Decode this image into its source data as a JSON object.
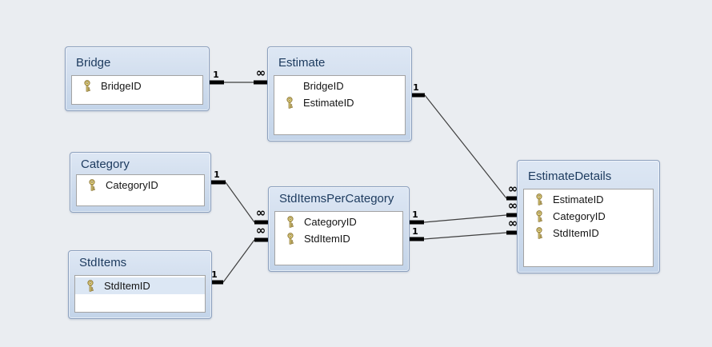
{
  "diagram": {
    "tables": [
      {
        "id": "bridge",
        "title": "Bridge",
        "fields": [
          {
            "name": "BridgeID",
            "key": true,
            "highlighted": false
          }
        ]
      },
      {
        "id": "estimate",
        "title": "Estimate",
        "fields": [
          {
            "name": "BridgeID",
            "key": false,
            "highlighted": false
          },
          {
            "name": "EstimateID",
            "key": true,
            "highlighted": false
          }
        ]
      },
      {
        "id": "category",
        "title": "Category",
        "fields": [
          {
            "name": "CategoryID",
            "key": true,
            "highlighted": false
          }
        ]
      },
      {
        "id": "stditems",
        "title": "StdItems",
        "fields": [
          {
            "name": "StdItemID",
            "key": true,
            "highlighted": true
          }
        ]
      },
      {
        "id": "stditemspercategory",
        "title": "StdItemsPerCategory",
        "fields": [
          {
            "name": "CategoryID",
            "key": true,
            "highlighted": false
          },
          {
            "name": "StdItemID",
            "key": true,
            "highlighted": false
          }
        ]
      },
      {
        "id": "estimatedetails",
        "title": "EstimateDetails",
        "fields": [
          {
            "name": "EstimateID",
            "key": true,
            "highlighted": false
          },
          {
            "name": "CategoryID",
            "key": true,
            "highlighted": false
          },
          {
            "name": "StdItemID",
            "key": true,
            "highlighted": false
          }
        ]
      }
    ],
    "relationships": [
      {
        "from_table": "Bridge",
        "to_table": "Estimate",
        "one_label": "1",
        "many_label": "∞"
      },
      {
        "from_table": "Estimate",
        "to_table": "EstimateDetails",
        "one_label": "1",
        "many_label": "∞"
      },
      {
        "from_table": "Category",
        "to_table": "StdItemsPerCategory",
        "one_label": "1",
        "many_label": "∞"
      },
      {
        "from_table": "StdItems",
        "to_table": "StdItemsPerCategory",
        "one_label": "1",
        "many_label": "∞"
      },
      {
        "from_table": "StdItemsPerCategory",
        "to_table": "EstimateDetails",
        "one_label": "1",
        "many_label": "∞"
      },
      {
        "from_table": "StdItemsPerCategory",
        "to_table": "EstimateDetails",
        "one_label": "1",
        "many_label": "∞"
      }
    ]
  },
  "icons": {
    "primary_key": "golden-key"
  },
  "colors": {
    "canvas_bg": "#EAEDF1",
    "table_border": "#8CA0BE",
    "header_top": "#DDE7F4",
    "header_bottom": "#C3D4E9",
    "title_text": "#1C3A5E",
    "field_box_border": "#A3A3A3",
    "field_text": "#141414",
    "highlight_row": "#DCE7F4",
    "relationship_line": "#3F3F3F",
    "cardinality_text": "#000000",
    "key_gold": "#EFE08A",
    "key_outline": "#8A7434"
  }
}
